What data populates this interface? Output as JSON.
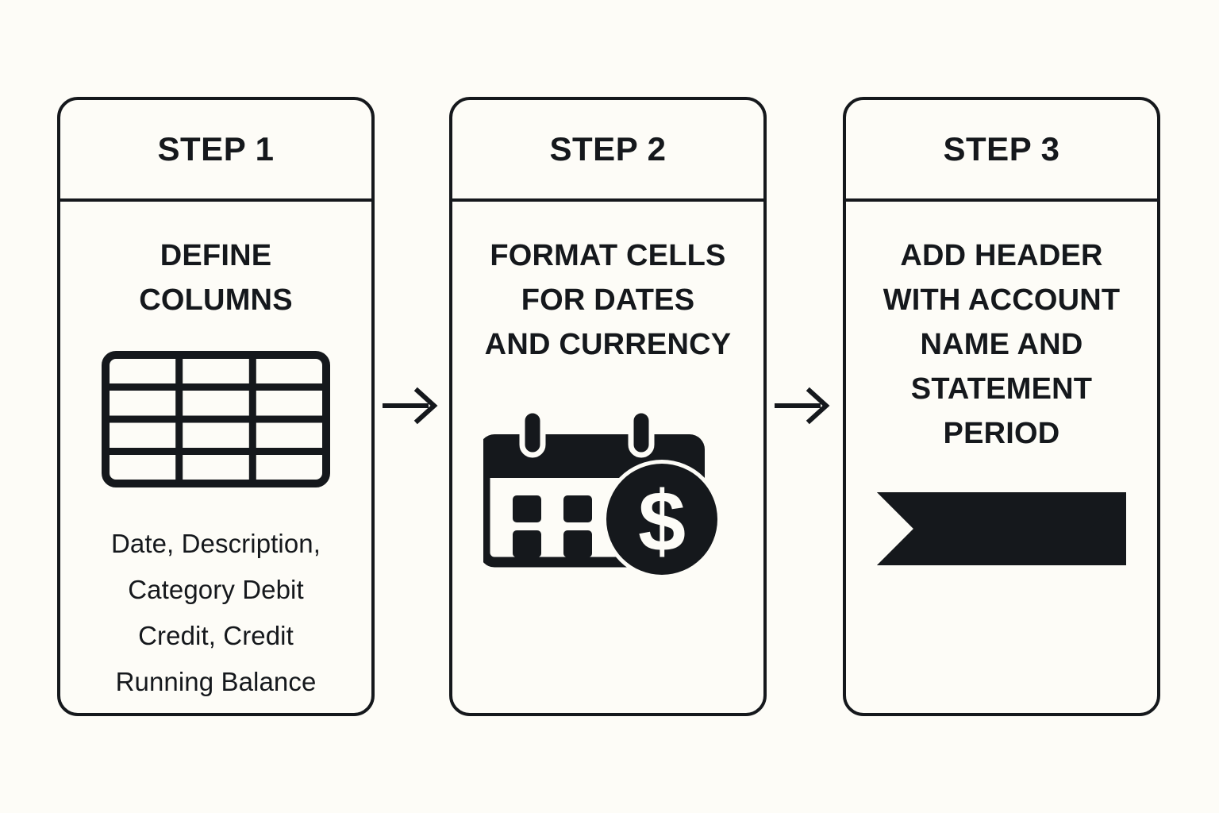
{
  "diagram": {
    "background_color": "#FDFCF7",
    "ink_color": "#15181C",
    "type": "three-step-process-flow"
  },
  "steps": [
    {
      "step_label": "STEP 1",
      "title": "DEFINE\nCOLUMNS",
      "icon": "table-grid-icon",
      "icon_description": "3 column by 4 row table grid",
      "caption": "Date, Description,\nCategory  Debit\nCredit, Credit\nRunning Balance"
    },
    {
      "step_label": "STEP 2",
      "title": "FORMAT CELLS\nFOR DATES\nAND CURRENCY",
      "icon": "calendar-dollar-coin-icon",
      "icon_description": "Calendar with binder rings overlapped by a dollar coin",
      "caption": ""
    },
    {
      "step_label": "STEP 3",
      "title": "ADD HEADER\nWITH ACCOUNT\nNAME AND\nSTATEMENT\nPERIOD",
      "icon": "ribbon-banner-icon",
      "icon_description": "Solid black ribbon banner with notched ends",
      "caption": ""
    }
  ],
  "connectors": [
    {
      "name": "arrow-step1-to-step2",
      "icon": "arrow-right-icon"
    },
    {
      "name": "arrow-step2-to-step3",
      "icon": "arrow-right-icon"
    }
  ]
}
